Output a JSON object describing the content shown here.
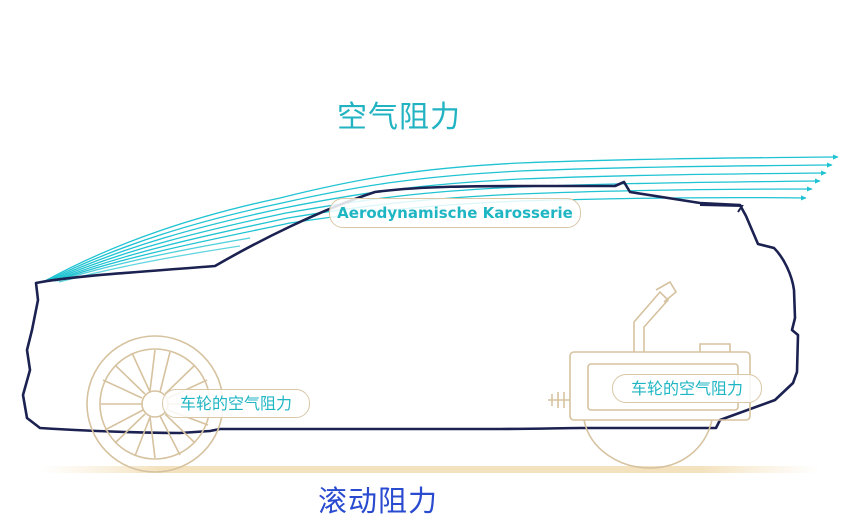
{
  "labels": {
    "aerodynamic_drag": "空气阻力",
    "rolling_resistance": "滚动阻力",
    "body_label": "Aerodynamische Karosserie",
    "front_wheel_label": "车轮的空气阻力",
    "rear_wheel_label": "车轮的空气阻力"
  },
  "colors": {
    "airflow": "#1fc3d2",
    "car_outline": "#1b2150",
    "wheel_sketch": "#d6c29f",
    "rolling_title": "#2a4bd0",
    "aero_title": "#22b3c2"
  }
}
